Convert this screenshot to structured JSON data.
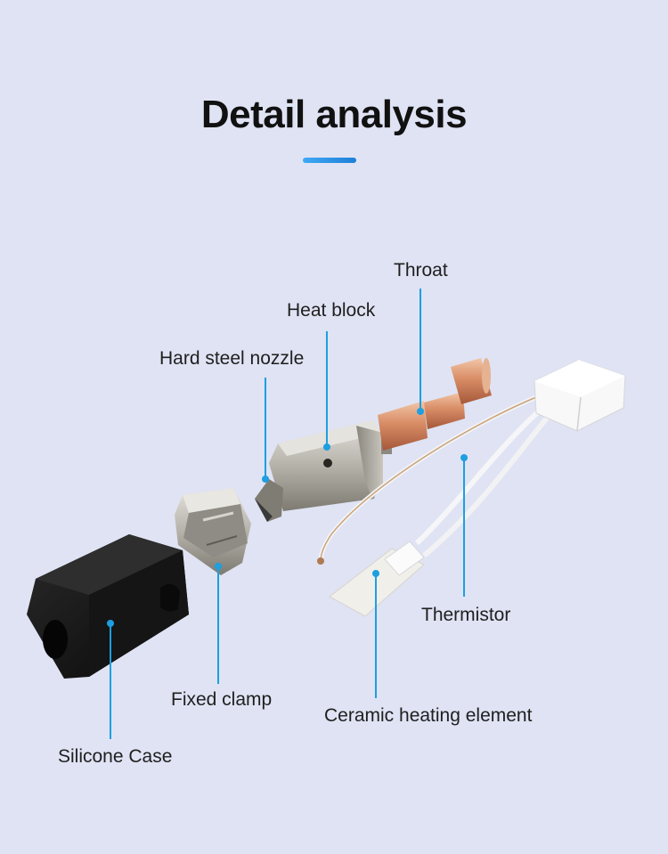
{
  "title": "Detail analysis",
  "colors": {
    "background": "#dfe3f3",
    "accent": "#1d9fe0",
    "title": "#111111"
  },
  "labels": {
    "throat": "Throat",
    "heat_block": "Heat block",
    "nozzle": "Hard steel nozzle",
    "thermistor": "Thermistor",
    "fixed_clamp": "Fixed clamp",
    "ceramic": "Ceramic heating element",
    "silicone": "Silicone Case"
  }
}
